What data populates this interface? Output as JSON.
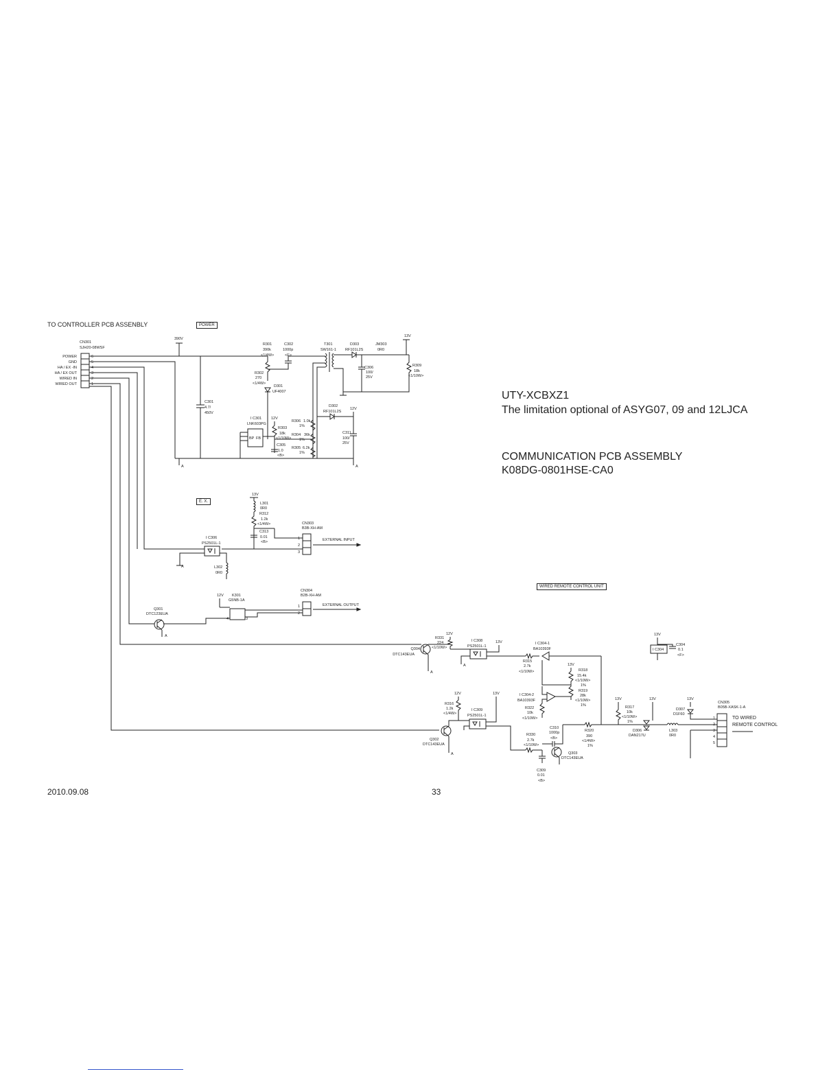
{
  "header": {
    "to_controller": "TO CONTROLLER PCB ASSENBLY",
    "power_box": "POWER",
    "ex_box": "E. X.",
    "wired_box": "WIRED REMOTE CONTROL UNIT"
  },
  "title_block": {
    "model": "UTY-XCBXZ1",
    "limitation": "The limitation optional of ASYG07, 09 and 12LJCA",
    "assembly": "COMMUNICATION PCB ASSEMBLY",
    "part_number": "K08DG-0801HSE-CA0"
  },
  "footer": {
    "date": "2010.09.08",
    "page": "33"
  },
  "connectors": {
    "cn301": {
      "ref": "CN301",
      "part": "SJH20-08WSF",
      "pins": [
        "POWER",
        "GND",
        "HA / EX -IN",
        "HA / EX OUT",
        "WIRED IN",
        "WIRED OUT"
      ],
      "pin_numbers": [
        "6",
        "5",
        "4",
        "3",
        "2",
        "1"
      ]
    },
    "cn303": {
      "ref": "CN303",
      "part": "B3B-XH-AM",
      "pins": [
        "1",
        "2",
        "3"
      ],
      "label": "EXTERNAL INPUT"
    },
    "cn304": {
      "ref": "CN304",
      "part": "B2B-XH-AM",
      "pins": [
        "1",
        "2"
      ],
      "label": "EXTERNAL OUTPUT"
    },
    "cn305": {
      "ref": "CN305",
      "part": "B05B-XASK-1-A",
      "pins": [
        "1",
        "2",
        "3",
        "4",
        "5"
      ],
      "label_1": "TO WIRED",
      "label_2": "REMOTE CONTROL"
    }
  },
  "rails": {
    "v390": "390V",
    "v13": "13V",
    "v12": "12V"
  },
  "components": {
    "r301": [
      "R301",
      "390k",
      "<1/4W>"
    ],
    "c302": [
      "C302",
      "1000p",
      "<E>"
    ],
    "t301": [
      "T301",
      "SW161-1"
    ],
    "d303": [
      "D303",
      "RF101L2S"
    ],
    "jm303": [
      "JM303",
      "0R0"
    ],
    "c306": [
      "C306",
      "100/",
      "25V"
    ],
    "r309": [
      "R309",
      "18k",
      "<1/10W>"
    ],
    "r302": [
      "R302",
      "270",
      "<1/4W>"
    ],
    "d301": [
      "D301",
      "UF4007"
    ],
    "d302": [
      "D302",
      "RF101L2S"
    ],
    "c301": [
      "C301",
      "4.7/",
      "450V"
    ],
    "ic301": [
      "I C301",
      "LNK603PG"
    ],
    "r303": [
      "R303",
      "18k",
      "<1/10W>"
    ],
    "c305": [
      "C305",
      "1.0",
      "<B>"
    ],
    "r306": [
      "R306",
      "1.0k",
      "1%"
    ],
    "r304": [
      "R304",
      "36k",
      "1%"
    ],
    "r305": [
      "R305",
      "6.2k",
      "1%"
    ],
    "c311": [
      "C311",
      "100/",
      "25V"
    ],
    "l301": [
      "L301",
      "0R0"
    ],
    "r312": [
      "R312",
      "1.2k",
      "<1/4W>"
    ],
    "c313": [
      "C313",
      "0.01",
      "<B>"
    ],
    "ic306": [
      "I C306",
      "PS2501L-1"
    ],
    "l302": [
      "L302",
      "0R0"
    ],
    "k301": [
      "K301",
      "G5NB-1A"
    ],
    "q301": [
      "Q301",
      "DTC123EUA"
    ],
    "r331": [
      "R331",
      "224",
      "<1/10W>"
    ],
    "ic308": [
      "I C308",
      "PS2501L-1"
    ],
    "q304": [
      "Q304",
      "DTC143EUA"
    ],
    "ic304_1": [
      "I C304-1",
      "BA10393F"
    ],
    "r315": [
      "R315",
      "2.7k",
      "<1/10W>"
    ],
    "r318": [
      "R318",
      "15.4k",
      "<1/10W>",
      "1%"
    ],
    "r319": [
      "R319",
      "28k",
      "<1/10W>",
      "1%"
    ],
    "ic304_2": [
      "I C304-2",
      "BA10393F"
    ],
    "r322": [
      "R322",
      "10k",
      "<1/10W>"
    ],
    "r316": [
      "R316",
      "1.2k",
      "<1/4W>"
    ],
    "ic309": [
      "I C309",
      "PS2501L-1"
    ],
    "q302": [
      "Q302",
      "DTC143EUA"
    ],
    "r330": [
      "R330",
      "2.7k",
      "<1/10W>"
    ],
    "c310": [
      "C310",
      "1000p",
      "<B>"
    ],
    "q303": [
      "Q303",
      "DTC143EUA"
    ],
    "c309": [
      "C309",
      "0.01",
      "<B>"
    ],
    "r320": [
      "R320",
      "390",
      "<1/4W>",
      "1%"
    ],
    "r317": [
      "R317",
      "10k",
      "<1/10W>",
      "1%"
    ],
    "d306": [
      "D306",
      "DAN217U"
    ],
    "l303": [
      "L303",
      "0R0"
    ],
    "d307": [
      "D307",
      "D1F60"
    ],
    "ic304": [
      "I C304"
    ],
    "c304": [
      "C304",
      "0.1",
      "<F>"
    ]
  }
}
